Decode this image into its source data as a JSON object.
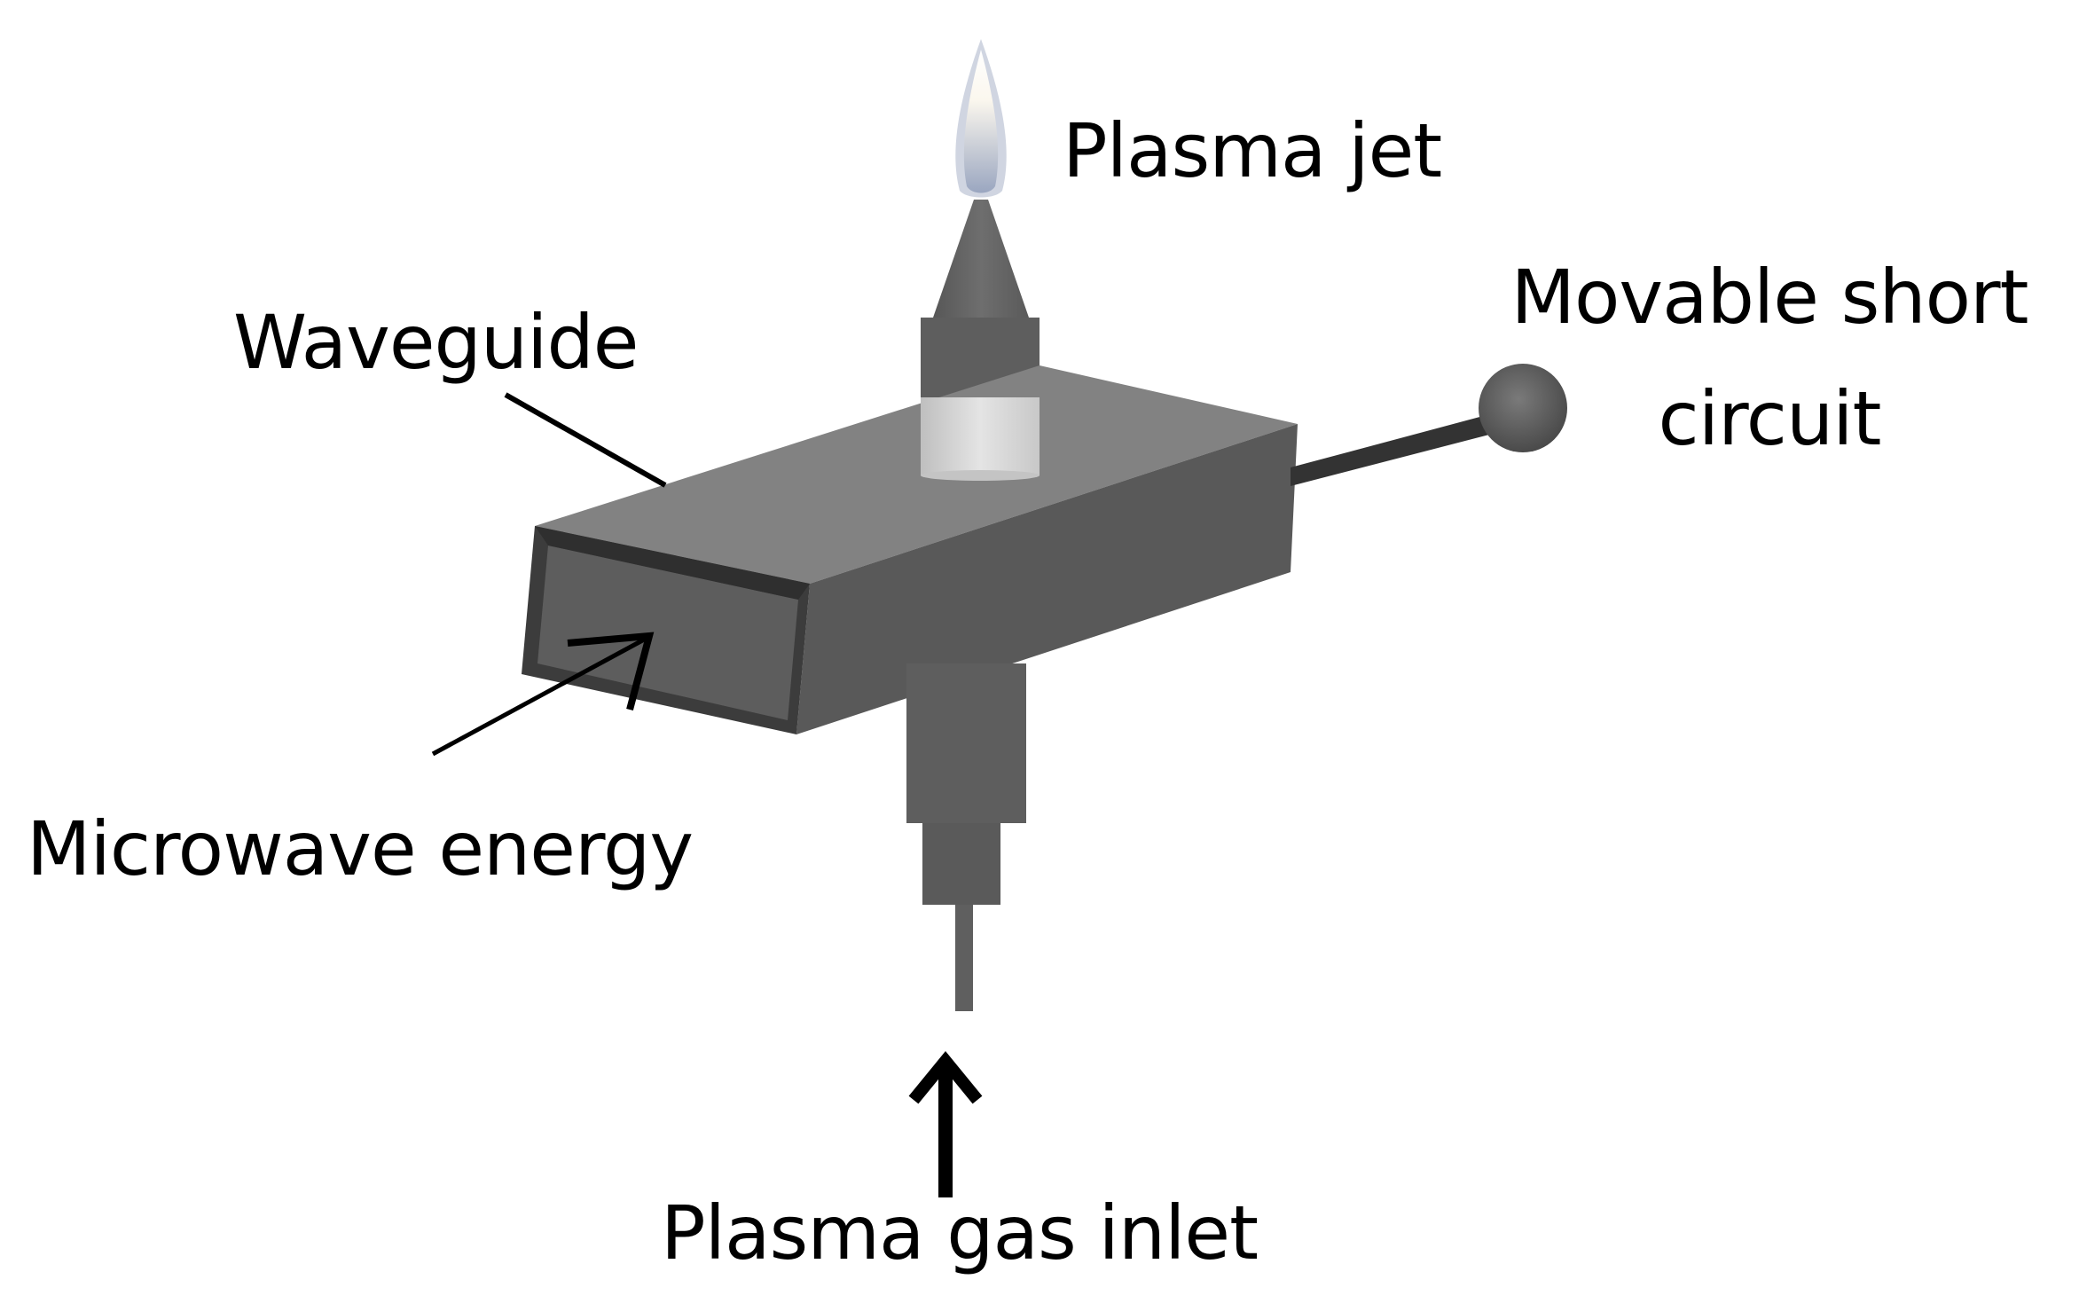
{
  "labels": {
    "plasma_jet": "Plasma jet",
    "waveguide": "Waveguide",
    "movable_short_line1": "Movable short",
    "movable_short_line2": "circuit",
    "microwave_energy": "Microwave energy",
    "plasma_gas_inlet": "Plasma gas inlet"
  },
  "colors": {
    "background": "#ffffff",
    "text": "#000000",
    "waveguide_top": "#808080",
    "waveguide_side": "#555555",
    "waveguide_frame": "#3a3a3a",
    "waveguide_opening": "#5c5c5c",
    "nozzle": "#656565",
    "ring": "#d6d6d6",
    "flame_core": "#ffffff",
    "flame_glow": "#a8b4cc"
  }
}
